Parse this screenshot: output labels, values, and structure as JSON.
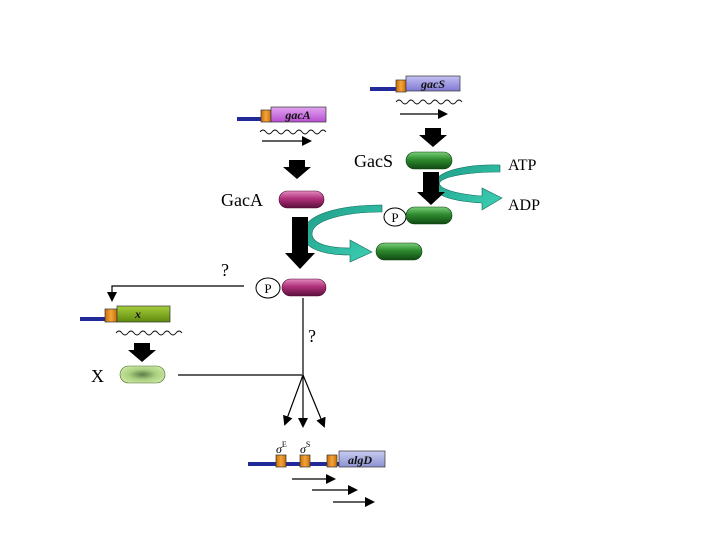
{
  "genes": {
    "gacS": "gacS",
    "gacA": "gacA",
    "x": "x",
    "algD": "algD"
  },
  "proteins": {
    "GacS": "GacS",
    "GacA": "GacA",
    "X": "X"
  },
  "labels": {
    "ATP": "ATP",
    "ADP": "ADP",
    "P": "P",
    "question": "?",
    "sigma_e": "σ",
    "sigma_e_sup": "E",
    "sigma_s": "σ",
    "sigma_s_sup": "S"
  },
  "colors": {
    "gacS_box": "#8b86dd",
    "gacA_box": "#c35fd8",
    "x_box": "#7aa618",
    "algD_box": "#9a9ed8",
    "promoter": "#e59018",
    "dna_line": "#222a9a",
    "gacS_protein": "#2e8a2e",
    "gacA_protein": "#b0307a",
    "x_protein": "#b9dc8e",
    "cyan_arrow": "#22b29a"
  }
}
